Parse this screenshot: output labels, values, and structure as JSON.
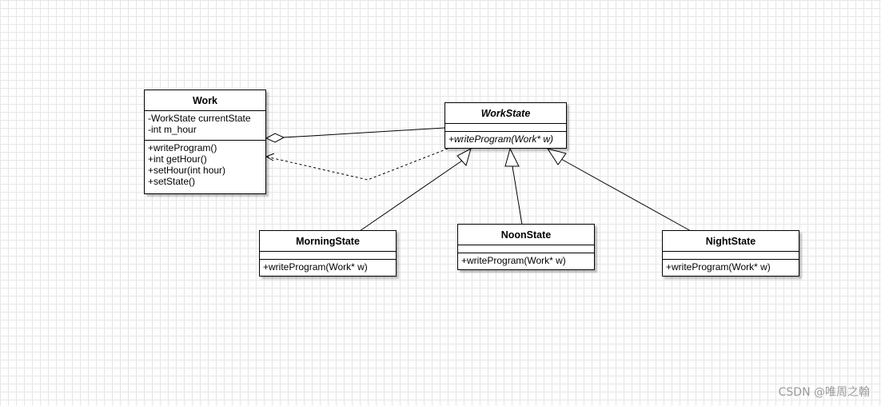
{
  "classes": {
    "work": {
      "name": "Work",
      "attributes": [
        "-WorkState currentState",
        "-int m_hour"
      ],
      "methods": [
        "+writeProgram()",
        "+int getHour()",
        "+setHour(int hour)",
        "+setState()"
      ]
    },
    "work_state": {
      "name": "WorkState",
      "attributes": [],
      "methods": [
        "+writeProgram(Work* w)"
      ]
    },
    "morning_state": {
      "name": "MorningState",
      "attributes": [],
      "methods": [
        "+writeProgram(Work* w)"
      ]
    },
    "noon_state": {
      "name": "NoonState",
      "attributes": [],
      "methods": [
        "+writeProgram(Work* w)"
      ]
    },
    "night_state": {
      "name": "NightState",
      "attributes": [],
      "methods": [
        "+writeProgram(Work* w)"
      ]
    }
  },
  "relations": [
    {
      "type": "aggregation",
      "from": "WorkState",
      "to": "Work"
    },
    {
      "type": "dependency",
      "from": "WorkState",
      "to": "Work"
    },
    {
      "type": "generalization",
      "from": "MorningState",
      "to": "WorkState"
    },
    {
      "type": "generalization",
      "from": "NoonState",
      "to": "WorkState"
    },
    {
      "type": "generalization",
      "from": "NightState",
      "to": "WorkState"
    }
  ],
  "watermark": "CSDN @唯周之翰"
}
